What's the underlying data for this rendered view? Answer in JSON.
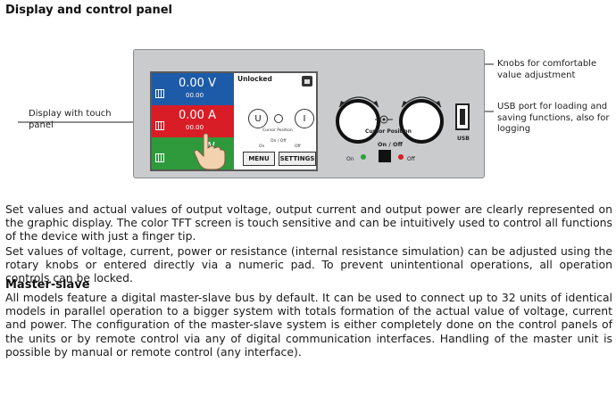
{
  "section1": {
    "heading": "Display and control panel"
  },
  "callouts": {
    "touch_panel": "Display with touch panel",
    "knobs": "Knobs for comfortable value adjustment",
    "usb": "USB port for loading and saving functions, also for logging"
  },
  "device": {
    "voltage_set": "0.00 V",
    "voltage_act": "00.00",
    "current_set": "0.00 A",
    "current_act": "00.00",
    "power_unit": "W",
    "status": "Unlocked",
    "menu_button": "MENU",
    "settings_button": "SETTINGS",
    "cursor_position": "Cursor Position",
    "on_off": "On / Off",
    "on": "On",
    "off": "Off",
    "usb": "USB",
    "knob_left": "U",
    "knob_right": "I"
  },
  "paragraphs": {
    "p1": "Set values and actual values of output voltage, output current and output power are clearly represented on the graphic display. The color TFT screen is touch sensitive and can be intuitively used to control all functions of the device with just a finger tip.",
    "p2": "Set values of voltage, current, power or resistance (internal resistance simulation) can be adjusted using the rotary knobs or entered directly via a numeric pad. To prevent unintentional operations, all operation controls can be locked."
  },
  "section2": {
    "heading": "Master-slave",
    "body": "All models feature a digital master-slave bus by default. It can be used to connect up to 32 units of identical models in parallel operation to a bigger system with totals formation of the actual value of voltage, current and power. The configuration of the master-slave system is either completely done on the control panels of the units or by remote control via any of digital communication interfaces. Handling of the master unit is possible by manual or remote control (any interface)."
  },
  "colors": {
    "voltage": "#1d5ba8",
    "current": "#d91d26",
    "power": "#2e9a3c",
    "panel": "#c9cbcd"
  }
}
